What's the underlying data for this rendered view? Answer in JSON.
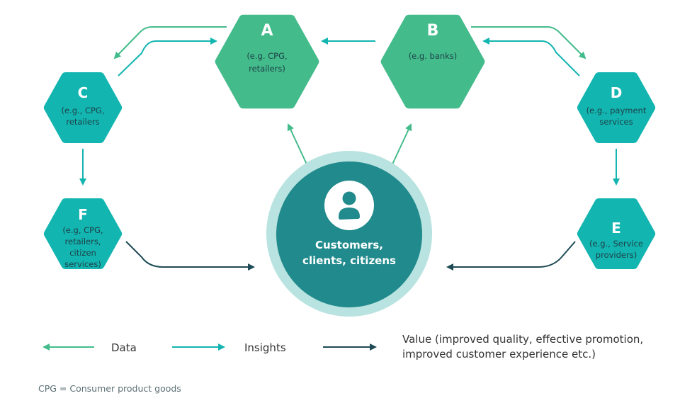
{
  "colors": {
    "data_green": "#43bb8b",
    "insights_teal": "#13b5b0",
    "value_dark": "#1d4a55",
    "center_dark": "#218a8c",
    "center_ring": "#b8e3e0",
    "text_dark": "#1d3f47"
  },
  "nodes": {
    "A": {
      "letter": "A",
      "lines": [
        "(e.g. CPG,",
        "retailers)"
      ]
    },
    "B": {
      "letter": "B",
      "lines": [
        "(e.g. banks)"
      ]
    },
    "C": {
      "letter": "C",
      "lines": [
        "(e.g., CPG,",
        "retailers"
      ]
    },
    "D": {
      "letter": "D",
      "lines": [
        "(e.g., payment",
        "services"
      ]
    },
    "E": {
      "letter": "E",
      "lines": [
        "(e.g., Service",
        "providers)"
      ]
    },
    "F": {
      "letter": "F",
      "lines": [
        "(e.g, CPG,",
        "retailers,",
        "citizen",
        "services)"
      ]
    }
  },
  "center": {
    "icon": "person-icon",
    "lines": [
      "Customers,",
      "clients, citizens"
    ]
  },
  "legend": {
    "data": "Data",
    "insights": "Insights",
    "value_lines": [
      "Value (improved quality, effective promotion,",
      "improved customer experience etc.)"
    ]
  },
  "footnote": "CPG = Consumer product goods"
}
